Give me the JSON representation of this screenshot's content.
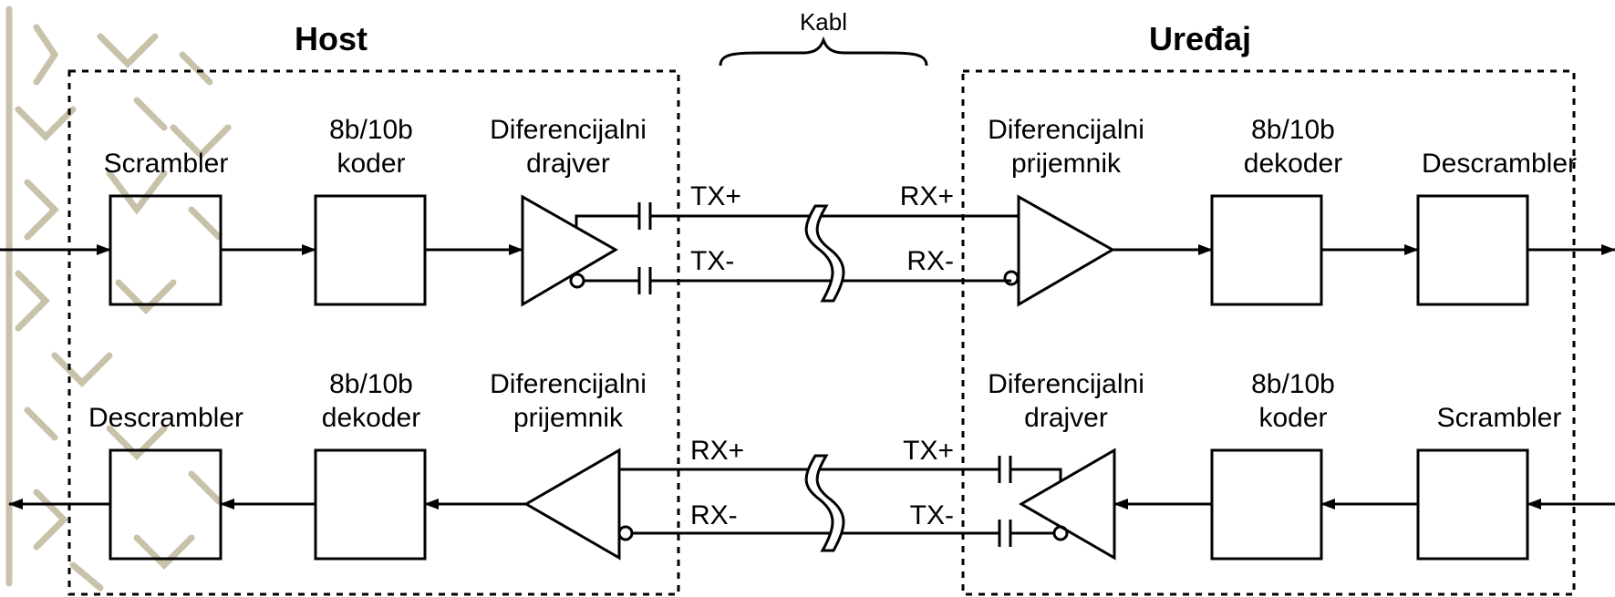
{
  "colors": {
    "line": "#000000",
    "background": "#ffffff",
    "texture": "#c9c2ab"
  },
  "titles": {
    "host": "Host",
    "device": "Uređaj",
    "cable": "Kabl"
  },
  "host_top": {
    "scrambler": "Scrambler",
    "encoder": [
      "8b/10b",
      "koder"
    ],
    "driver": [
      "Diferencijalni",
      "drajver"
    ],
    "tx_plus": "TX+",
    "tx_minus": "TX-"
  },
  "device_top": {
    "receiver": [
      "Diferencijalni",
      "prijemnik"
    ],
    "decoder": [
      "8b/10b",
      "dekoder"
    ],
    "descrambler": "Descrambler",
    "rx_plus": "RX+",
    "rx_minus": "RX-"
  },
  "host_bottom": {
    "descrambler": "Descrambler",
    "decoder": [
      "8b/10b",
      "dekoder"
    ],
    "receiver": [
      "Diferencijalni",
      "prijemnik"
    ],
    "rx_plus": "RX+",
    "rx_minus": "RX-"
  },
  "device_bottom": {
    "driver": [
      "Diferencijalni",
      "drajver"
    ],
    "encoder": [
      "8b/10b",
      "koder"
    ],
    "scrambler": "Scrambler",
    "tx_plus": "TX+",
    "tx_minus": "TX-"
  }
}
